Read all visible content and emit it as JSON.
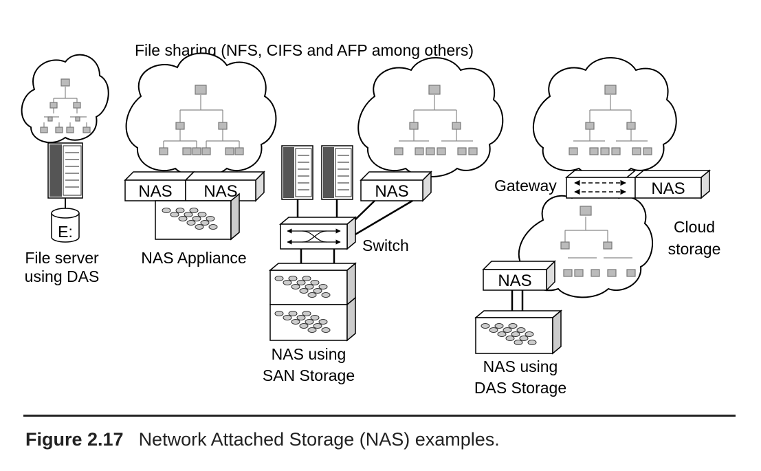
{
  "header": {
    "file_sharing": "File sharing (NFS, CIFS and AFP among others)"
  },
  "labels": {
    "drive_letter": "E:",
    "file_server_l1": "File server",
    "file_server_l2": "using DAS",
    "nas": "NAS",
    "nas_appliance": "NAS Appliance",
    "switch": "Switch",
    "nas_san_l1": "NAS using",
    "nas_san_l2": "SAN Storage",
    "gateway": "Gateway",
    "cloud_l1": "Cloud",
    "cloud_l2": "storage",
    "nas_das_l1": "NAS using",
    "nas_das_l2": "DAS Storage"
  },
  "caption": {
    "figure_number": "Figure 2.17",
    "text": "Network Attached Storage (NAS) examples."
  },
  "colors": {
    "line": "#000000",
    "fill": "#ffffff",
    "node": "#bbbbbb",
    "rack": "#555555"
  }
}
